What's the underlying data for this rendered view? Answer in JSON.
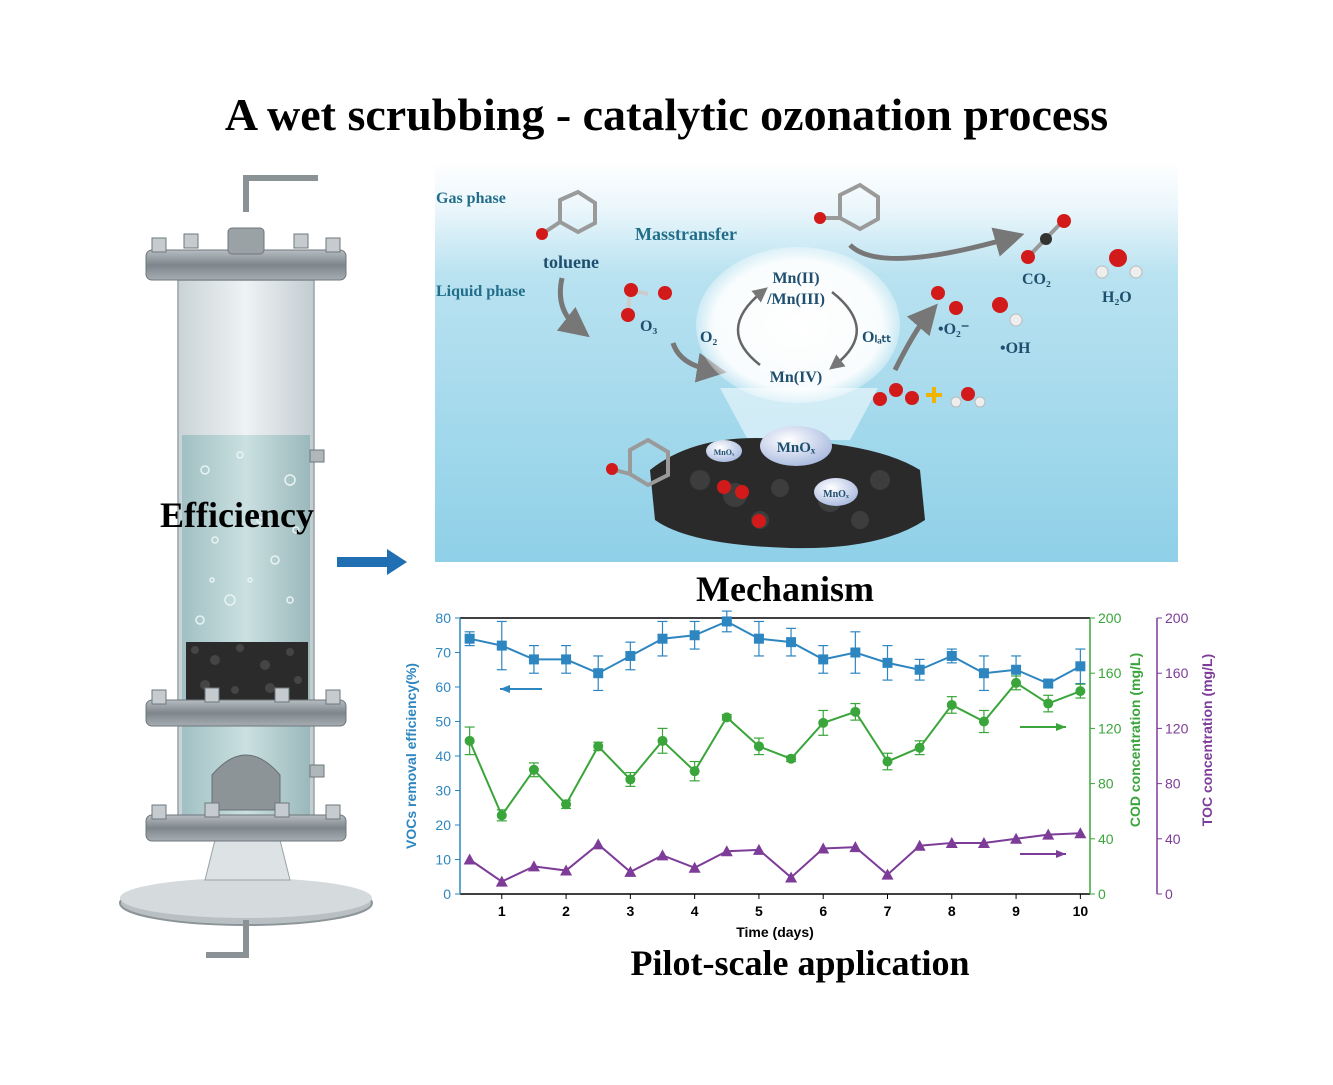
{
  "title": "A wet scrubbing - catalytic ozonation process",
  "labels": {
    "efficiency": "Efficiency",
    "mechanism": "Mechanism",
    "pilot": "Pilot-scale application"
  },
  "mechanism": {
    "gas_phase": "Gas phase",
    "liquid_phase": "Liquid phase",
    "masstransfer": "Masstransfer",
    "toluene": "toluene",
    "co2": "CO₂",
    "h2o": "H₂O",
    "o3": "O₃",
    "o2": "O₂",
    "olatt": "Oₗₐₜₜ",
    "mn_ii": "Mn(II)",
    "mn_iii": "/Mn(III)",
    "mn_iv": "Mn(IV)",
    "superoxide": "•O₂⁻",
    "hydroxyl": "•OH",
    "mnox_main": "MnOₓ",
    "mnox_small1": "MnOₓ",
    "mnox_small2": "MnOₓ"
  },
  "colors": {
    "voc": "#2e86c1",
    "cod": "#3aa53a",
    "toc": "#7d3c98",
    "arrow": "#1f6fb2"
  },
  "chart_data": {
    "type": "line",
    "xlabel": "Time (days)",
    "x": [
      0.5,
      1,
      1.5,
      2,
      2.5,
      3,
      3.5,
      4,
      4.5,
      5,
      5.5,
      6,
      6.5,
      7,
      7.5,
      8,
      8.5,
      9,
      9.5,
      10
    ],
    "xlim": [
      0.35,
      10.15
    ],
    "xticks": [
      1,
      2,
      3,
      4,
      5,
      6,
      7,
      8,
      9,
      10
    ],
    "axes": {
      "left": {
        "label": "VOCs removal efficiency(%)",
        "ylim": [
          0,
          80
        ],
        "ticks": [
          0,
          10,
          20,
          30,
          40,
          50,
          60,
          70,
          80
        ]
      },
      "right1": {
        "label": "COD concentration (mg/L)",
        "ylim": [
          0,
          200
        ],
        "ticks": [
          0,
          40,
          80,
          120,
          160,
          200
        ]
      },
      "right2": {
        "label": "TOC concentration (mg/L)",
        "ylim": [
          0,
          200
        ],
        "ticks": [
          0,
          40,
          80,
          120,
          160,
          200
        ]
      }
    },
    "series": [
      {
        "axis": "left",
        "marker": "square",
        "color": "#2e86c1",
        "values": [
          74,
          72,
          68,
          68,
          64,
          69,
          74,
          75,
          79,
          74,
          73,
          68,
          70,
          67,
          65,
          69,
          64,
          65,
          61,
          66
        ],
        "errors": [
          2,
          7,
          4,
          4,
          5,
          4,
          5,
          4,
          3,
          5,
          4,
          4,
          6,
          5,
          3,
          2,
          5,
          4,
          1,
          5
        ]
      },
      {
        "axis": "right1",
        "marker": "circle",
        "color": "#3aa53a",
        "values": [
          111,
          57,
          90,
          65,
          107,
          83,
          111,
          89,
          128,
          107,
          98,
          124,
          132,
          96,
          106,
          137,
          125,
          153,
          138,
          147
        ],
        "errors": [
          10,
          4,
          5,
          3,
          3,
          5,
          9,
          7,
          2,
          6,
          2,
          9,
          6,
          6,
          5,
          6,
          8,
          5,
          6,
          5
        ]
      },
      {
        "axis": "right2",
        "marker": "triangle",
        "color": "#7d3c98",
        "values": [
          25,
          9,
          20,
          17,
          36,
          16,
          28,
          19,
          31,
          32,
          12,
          33,
          34,
          14,
          35,
          37,
          37,
          40,
          43,
          44
        ],
        "errors": [
          0,
          0,
          0,
          0,
          0,
          0,
          0,
          0,
          0,
          0,
          0,
          0,
          0,
          0,
          0,
          0,
          0,
          0,
          0,
          0
        ]
      }
    ]
  }
}
